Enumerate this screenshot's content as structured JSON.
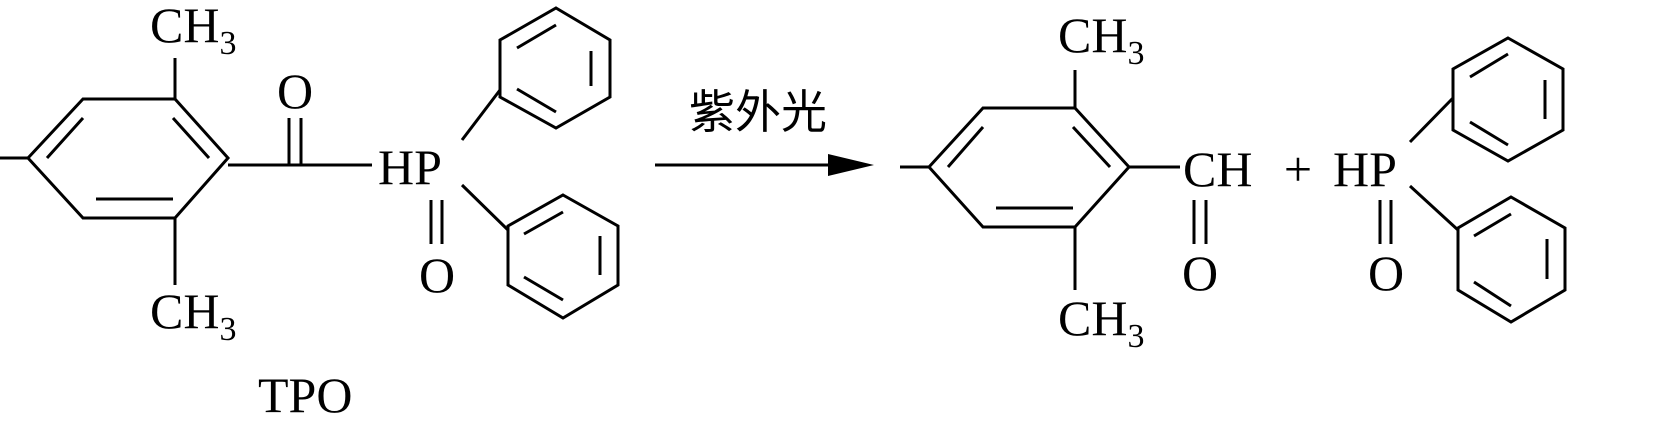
{
  "scheme": {
    "reactant_name": "TPO",
    "condition": "紫外光",
    "plus_sign": "+",
    "reactant": {
      "ch3_top": {
        "main": "CH",
        "sub": "3"
      },
      "ch3_bottom": {
        "main": "CH",
        "sub": "3"
      },
      "carbonyl_o": "O",
      "phosphorus_group": "HP",
      "phosphoryl_o": "O"
    },
    "product_aldehyde": {
      "ch3_top": {
        "main": "CH",
        "sub": "3"
      },
      "ch3_bottom": {
        "main": "CH",
        "sub": "3"
      },
      "aldehyde_group": "CH",
      "aldehyde_o": "O"
    },
    "product_phosphine_oxide": {
      "phosphorus_group": "HP",
      "phosphoryl_o": "O"
    }
  }
}
